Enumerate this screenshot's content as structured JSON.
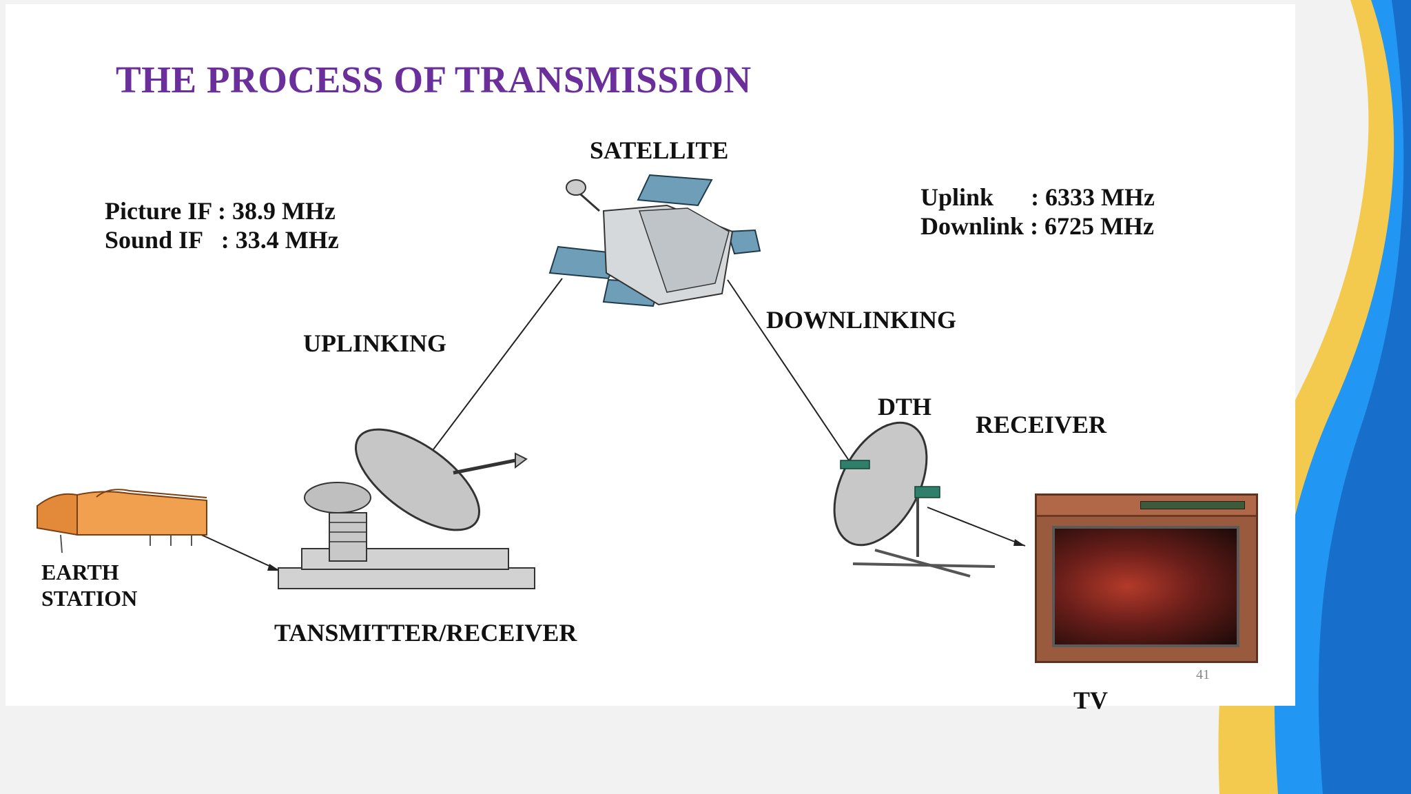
{
  "title": "THE PROCESS OF TRANSMISSION",
  "labels": {
    "satellite": "SATELLITE",
    "picture_if": "Picture IF : 38.9 MHz",
    "sound_if": "Sound IF   : 33.4 MHz",
    "uplink": "Uplink      : 6333 MHz",
    "downlink": "Downlink : 6725 MHz",
    "uplinking": "UPLINKING",
    "downlinking": "DOWNLINKING",
    "dth": "DTH",
    "receiver": "RECEIVER",
    "earth_station_line1": "EARTH",
    "earth_station_line2": "STATION",
    "transmitter_receiver": "TANSMITTER/RECEIVER",
    "tv": "TV"
  },
  "page_number": "41",
  "colors": {
    "title": "#6a2f9a",
    "text": "#111111",
    "accent_blue": "#1e88d8",
    "accent_gold": "#f2c94c"
  }
}
